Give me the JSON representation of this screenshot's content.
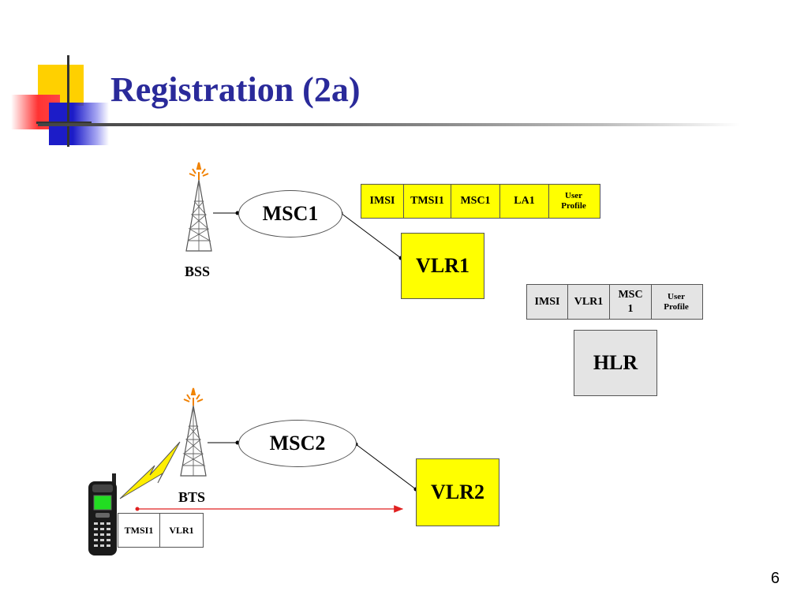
{
  "slide": {
    "title": "Registration (2a)",
    "page_number": "6"
  },
  "top_site": {
    "msc_label": "MSC1",
    "bss_label": "BSS",
    "vlr_label": "VLR1",
    "vlr_table": [
      "IMSI",
      "TMSI1",
      "MSC1",
      "LA1",
      "User Profile"
    ]
  },
  "hlr": {
    "label": "HLR",
    "table": [
      "IMSI",
      "VLR1",
      "MSC 1",
      "User Profile"
    ]
  },
  "bottom_site": {
    "msc_label": "MSC2",
    "bts_label": "BTS",
    "vlr_label": "VLR2",
    "phone_table": [
      "TMSI1",
      "VLR1"
    ]
  },
  "colors": {
    "title": "#2a2a9a",
    "vlr_fill": "#ffff00",
    "hlr_fill": "#e4e4e4",
    "arrow": "#e02020",
    "lightning": "#ffee00"
  }
}
